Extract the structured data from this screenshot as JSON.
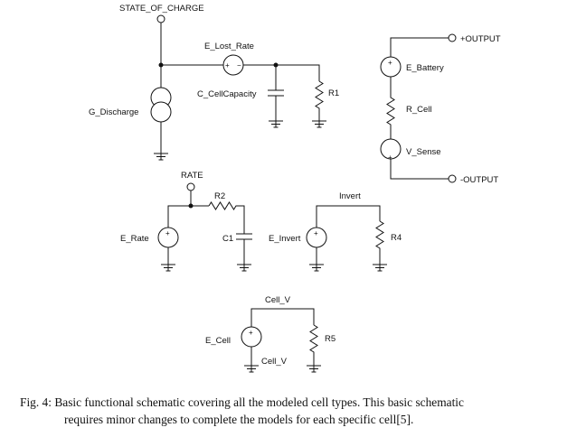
{
  "labels": {
    "state_of_charge": "STATE_OF_CHARGE",
    "e_lost_rate": "E_Lost_Rate",
    "c_cellcapacity": "C_CellCapacity",
    "r1": "R1",
    "g_discharge": "G_Discharge",
    "output_pos": "+OUTPUT",
    "e_battery": "E_Battery",
    "r_cell": "R_Cell",
    "v_sense": "V_Sense",
    "output_neg": "-OUTPUT",
    "rate": "RATE",
    "r2": "R2",
    "e_rate": "E_Rate",
    "c1": "C1",
    "invert": "Invert",
    "e_invert": "E_Invert",
    "r4": "R4",
    "cell_v_top": "Cell_V",
    "e_cell": "E_Cell",
    "r5": "R5",
    "cell_v_bottom": "Cell_V"
  },
  "caption": {
    "line1": "Fig. 4: Basic functional schematic covering all the modeled cell types. This basic schematic",
    "line2": "requires minor changes to complete the models for each specific cell[5]."
  }
}
